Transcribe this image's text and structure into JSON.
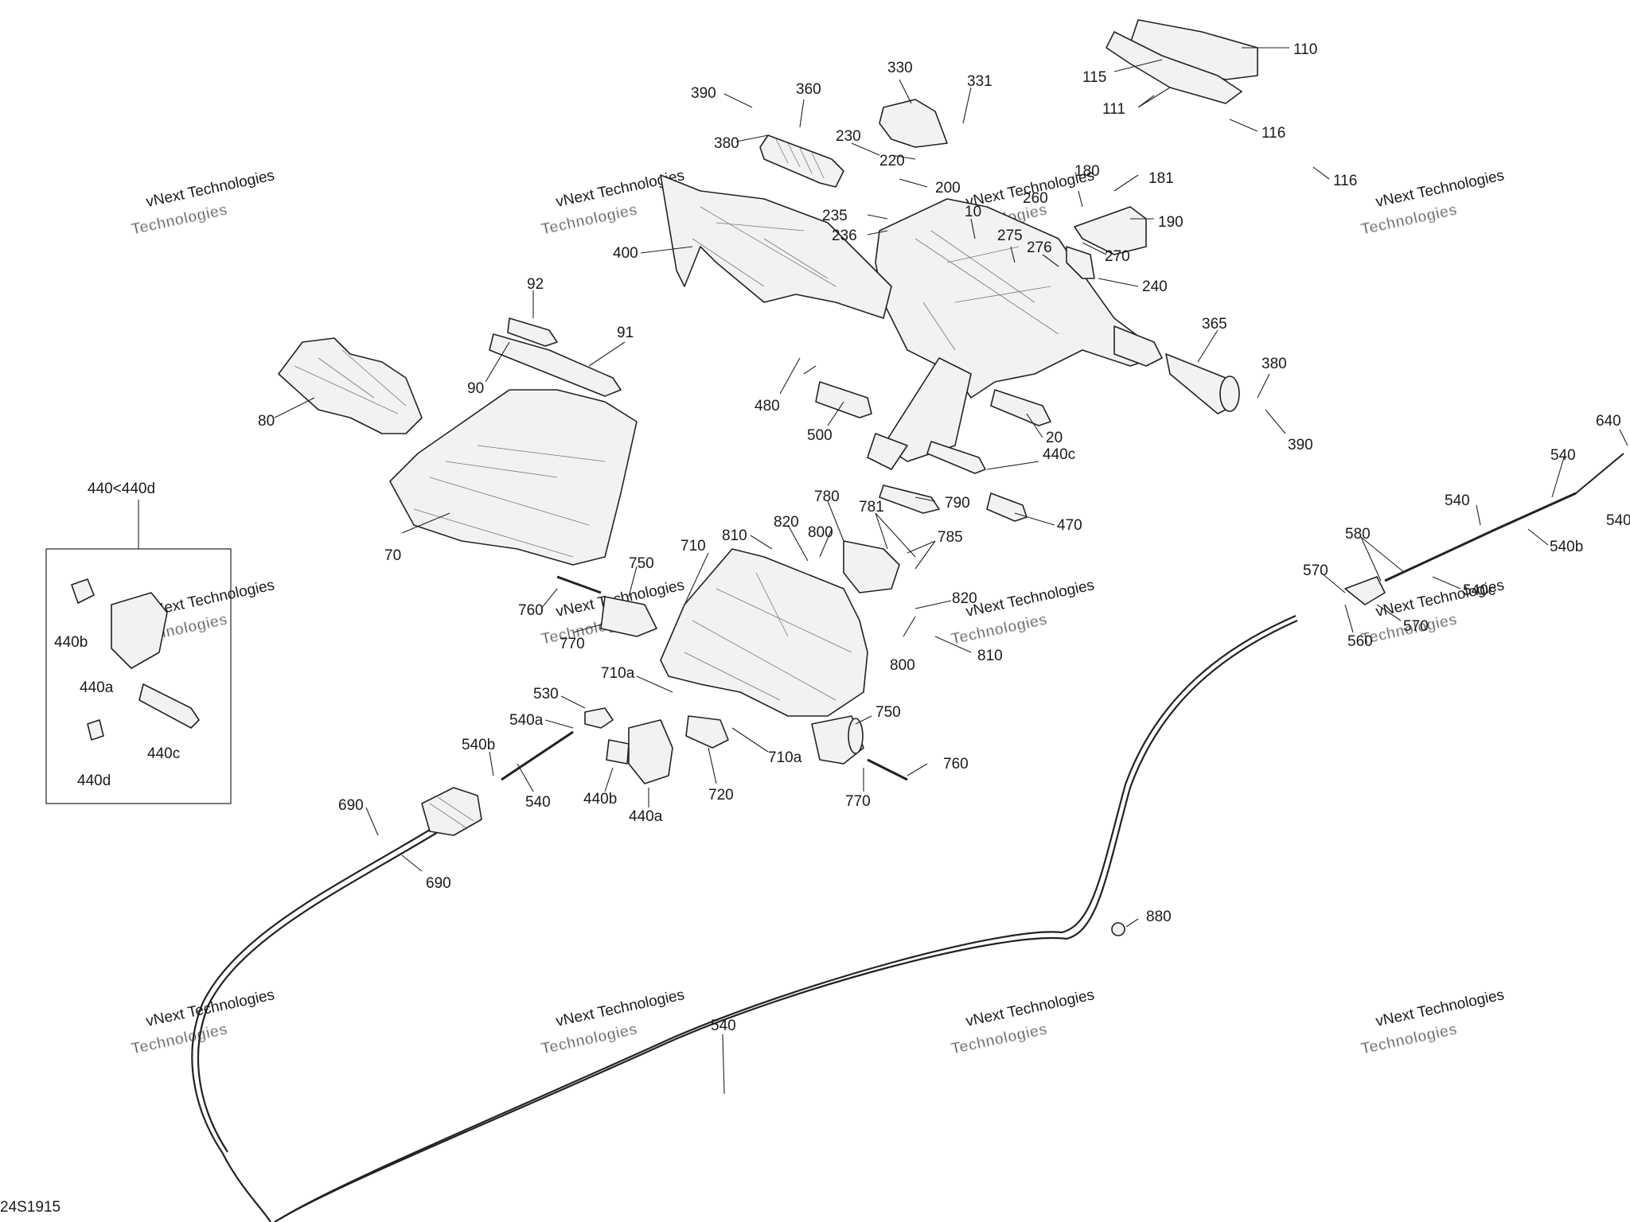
{
  "diagram_code": "24S1915",
  "watermark": {
    "line1": "vNext Technologies",
    "line2": "Technologies"
  },
  "inset": {
    "title": "440<440d",
    "labels": [
      "440b",
      "440a",
      "440c",
      "440d"
    ]
  },
  "callouts": [
    {
      "id": "110",
      "text": "110"
    },
    {
      "id": "115",
      "text": "115"
    },
    {
      "id": "111",
      "text": "111"
    },
    {
      "id": "116a",
      "text": "116"
    },
    {
      "id": "116b",
      "text": "116"
    },
    {
      "id": "390a",
      "text": "390"
    },
    {
      "id": "360",
      "text": "360"
    },
    {
      "id": "330",
      "text": "330"
    },
    {
      "id": "331",
      "text": "331"
    },
    {
      "id": "380a",
      "text": "380"
    },
    {
      "id": "230",
      "text": "230"
    },
    {
      "id": "220",
      "text": "220"
    },
    {
      "id": "200",
      "text": "200"
    },
    {
      "id": "180",
      "text": "180"
    },
    {
      "id": "181",
      "text": "181"
    },
    {
      "id": "260",
      "text": "260"
    },
    {
      "id": "190",
      "text": "190"
    },
    {
      "id": "235",
      "text": "235"
    },
    {
      "id": "236",
      "text": "236"
    },
    {
      "id": "10",
      "text": "10"
    },
    {
      "id": "275",
      "text": "275"
    },
    {
      "id": "276",
      "text": "276"
    },
    {
      "id": "270",
      "text": "270"
    },
    {
      "id": "240",
      "text": "240"
    },
    {
      "id": "400",
      "text": "400"
    },
    {
      "id": "92",
      "text": "92"
    },
    {
      "id": "91",
      "text": "91"
    },
    {
      "id": "90",
      "text": "90"
    },
    {
      "id": "80",
      "text": "80"
    },
    {
      "id": "365",
      "text": "365"
    },
    {
      "id": "380b",
      "text": "380"
    },
    {
      "id": "390b",
      "text": "390"
    },
    {
      "id": "480",
      "text": "480"
    },
    {
      "id": "500",
      "text": "500"
    },
    {
      "id": "20",
      "text": "20"
    },
    {
      "id": "440c",
      "text": "440c"
    },
    {
      "id": "70",
      "text": "70"
    },
    {
      "id": "780",
      "text": "780"
    },
    {
      "id": "790",
      "text": "790"
    },
    {
      "id": "781",
      "text": "781"
    },
    {
      "id": "470",
      "text": "470"
    },
    {
      "id": "820a",
      "text": "820"
    },
    {
      "id": "800a",
      "text": "800"
    },
    {
      "id": "810a",
      "text": "810"
    },
    {
      "id": "785",
      "text": "785"
    },
    {
      "id": "710",
      "text": "710"
    },
    {
      "id": "750a",
      "text": "750"
    },
    {
      "id": "760a",
      "text": "760"
    },
    {
      "id": "770a",
      "text": "770"
    },
    {
      "id": "820b",
      "text": "820"
    },
    {
      "id": "800b",
      "text": "800"
    },
    {
      "id": "810b",
      "text": "810"
    },
    {
      "id": "710a1",
      "text": "710a"
    },
    {
      "id": "530",
      "text": "530"
    },
    {
      "id": "540a",
      "text": "540a"
    },
    {
      "id": "540b1",
      "text": "540b"
    },
    {
      "id": "540_1",
      "text": "540"
    },
    {
      "id": "440b",
      "text": "440b"
    },
    {
      "id": "440a",
      "text": "440a"
    },
    {
      "id": "720",
      "text": "720"
    },
    {
      "id": "710a2",
      "text": "710a"
    },
    {
      "id": "750b",
      "text": "750"
    },
    {
      "id": "760b",
      "text": "760"
    },
    {
      "id": "770b",
      "text": "770"
    },
    {
      "id": "690a",
      "text": "690"
    },
    {
      "id": "690b",
      "text": "690"
    },
    {
      "id": "880",
      "text": "880"
    },
    {
      "id": "540_2",
      "text": "540"
    },
    {
      "id": "640",
      "text": "640"
    },
    {
      "id": "540_3",
      "text": "540"
    },
    {
      "id": "540_4",
      "text": "540"
    },
    {
      "id": "540_5",
      "text": "540"
    },
    {
      "id": "540b2",
      "text": "540b"
    },
    {
      "id": "580",
      "text": "580"
    },
    {
      "id": "570a",
      "text": "570"
    },
    {
      "id": "540c",
      "text": "540c"
    },
    {
      "id": "570b",
      "text": "570"
    },
    {
      "id": "560",
      "text": "560"
    }
  ]
}
